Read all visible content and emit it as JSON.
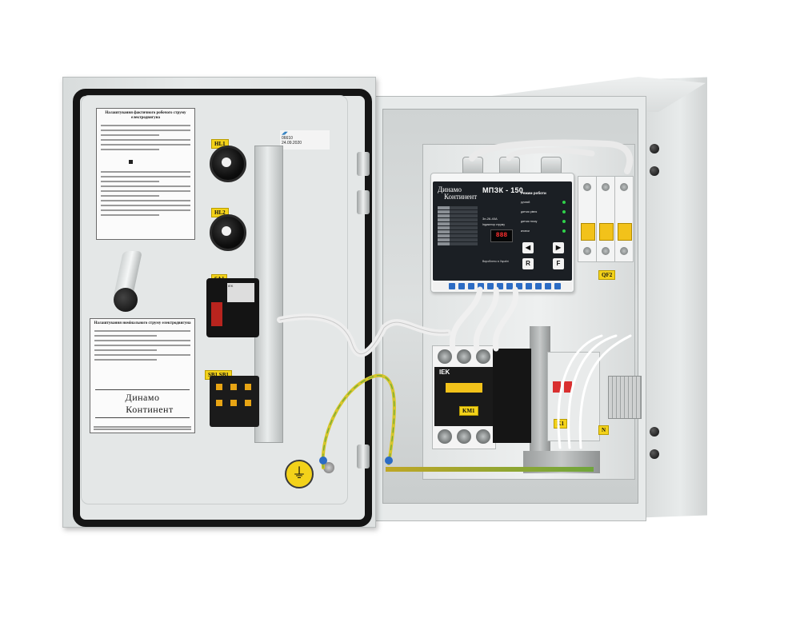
{
  "door": {
    "label_top_title": "Налаштування фактичного робочого струму електродвигуна",
    "label_bottom_title": "Налаштування номінального струму електродвигуна",
    "logo_line1": "Динамо",
    "logo_line2": "Континент",
    "sticker_number": "06610",
    "sticker_date": "24.09.2020",
    "tag_hl1": "HL1",
    "tag_hl2": "HL2",
    "tag_sa1": "SA1",
    "tag_sb": "SB1 SB1"
  },
  "controller": {
    "logo_line1": "Динамо",
    "logo_line2": "Континент",
    "model": "МПЗК - 150",
    "range": "3н-26-40А",
    "indicator_label": "Індикатор струму",
    "display_value": "888",
    "mode_title": "Режим роботи",
    "modes": [
      "ручний",
      "датчик рівня",
      "датчик тиску",
      "кнопки"
    ],
    "made_in": "Вироблено в Україні",
    "button_left": "◀",
    "button_right": "▶",
    "button_r": "R",
    "button_f": "F"
  },
  "cabinet": {
    "contactor_brand": "IEK",
    "tag_km1": "KM1",
    "tag_k1": "K1",
    "tag_qf2": "QF2",
    "tag_n": "N"
  },
  "colors": {
    "tag_yellow": "#f3d21a",
    "handle_yellow": "#f2c21a",
    "terminal_blue": "#2c6cc4",
    "display_red": "#ff2f2f",
    "led_green": "#2fd24a"
  }
}
